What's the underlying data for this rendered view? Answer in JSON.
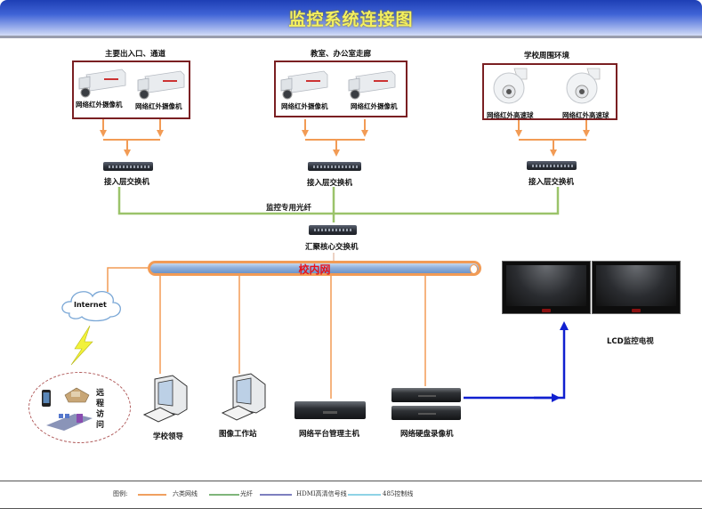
{
  "header": {
    "title": "监控系统连接图"
  },
  "groups": [
    {
      "title": "主要出入口、通道",
      "devices": [
        "网络红外摄像机",
        "网络红外摄像机"
      ],
      "device_type": "bullet-camera",
      "switch_label": "接入层交换机"
    },
    {
      "title": "教室、办公室走廊",
      "devices": [
        "网络红外摄像机",
        "网络红外摄像机"
      ],
      "device_type": "bullet-camera",
      "switch_label": "接入层交换机"
    },
    {
      "title": "学校周围环境",
      "devices": [
        "网络红外高速球",
        "网络红外高速球"
      ],
      "device_type": "dome-camera",
      "switch_label": "接入层交换机"
    }
  ],
  "fiber_label": "监控专用光纤",
  "core_switch_label": "汇聚核心交换机",
  "campus_network_label": "校内网",
  "internet_label": "Internet",
  "remote_access_label": "远程访问",
  "endpoints": [
    {
      "label": "学校领导",
      "type": "pc"
    },
    {
      "label": "图像工作站",
      "type": "pc"
    },
    {
      "label": "网络平台管理主机",
      "type": "server"
    },
    {
      "label": "网络硬盘录像机",
      "type": "nvr"
    }
  ],
  "display_label": "LCD监控电视",
  "legend": {
    "title": "图例:",
    "items": [
      {
        "label": "六类网线",
        "color": "#f0a060"
      },
      {
        "label": "光纤",
        "color": "#7fb57a"
      },
      {
        "label": "HDMI高清信号线",
        "color": "#7d7fbf"
      },
      {
        "label": "485控制线",
        "color": "#8fd3e6"
      }
    ]
  },
  "colors": {
    "cat6": "#f29b55",
    "fiber": "#9bc36a",
    "hdmi": "#1020d0",
    "group_border": "#7a1f22",
    "title_text": "#f4f060",
    "network_label": "#e8121b"
  }
}
